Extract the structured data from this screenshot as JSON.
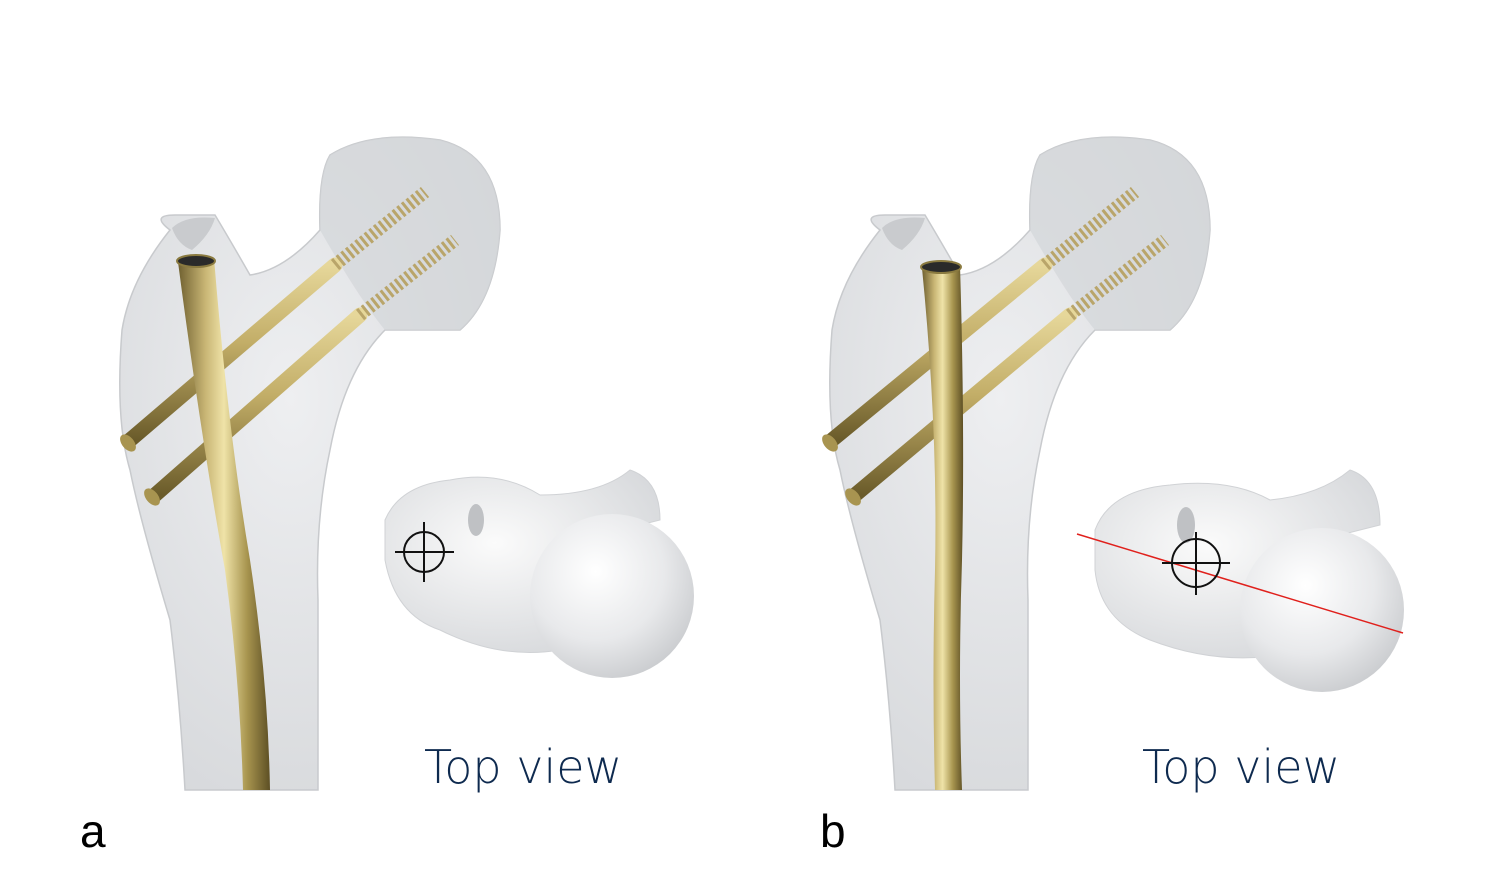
{
  "figure": {
    "panels": [
      {
        "id": "a",
        "letter": "a",
        "inset_label": "Top view",
        "guide_line": false
      },
      {
        "id": "b",
        "letter": "b",
        "inset_label": "Top view",
        "guide_line": true
      }
    ],
    "colors": {
      "background": "#ffffff",
      "bone": "#e6e7e9",
      "bone_shade": "#cfd1d4",
      "implant_gold": "#b9a56a",
      "implant_highlight": "#e9dca2",
      "implant_dark": "#6f6030",
      "label_text": "#0e2a4f",
      "crosshair": "#111111",
      "guide_line": "#e0201c"
    }
  }
}
